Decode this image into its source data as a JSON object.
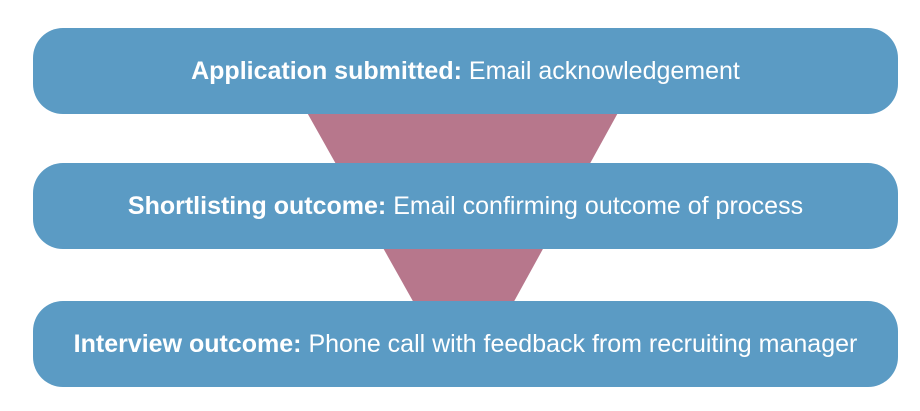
{
  "diagram": {
    "title": "recruitment-communication-funnel",
    "colors": {
      "bar": "#5B9BC4",
      "funnel": "#B7778C",
      "text": "#FFFFFF",
      "background": "#FFFFFF"
    },
    "steps": [
      {
        "label": "Application submitted:",
        "description": "Email acknowledgement"
      },
      {
        "label": "Shortlisting outcome:",
        "description": "Email confirming outcome of process"
      },
      {
        "label": "Interview outcome:",
        "description": "Phone call with feedback from recruiting manager"
      }
    ]
  }
}
